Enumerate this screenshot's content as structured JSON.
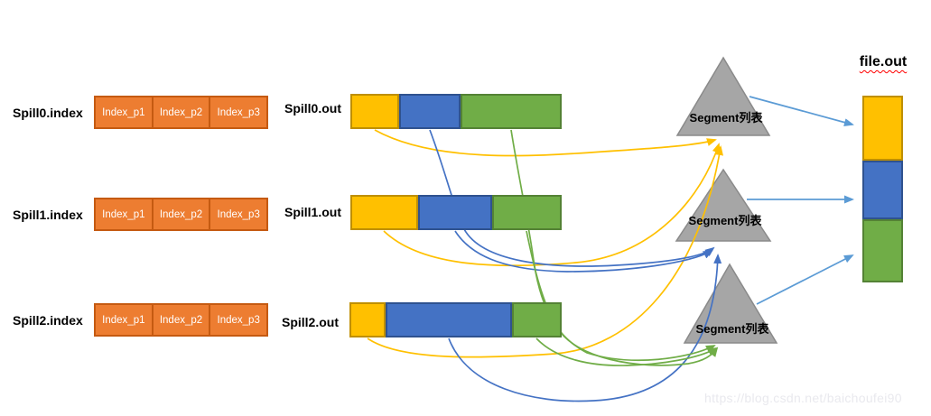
{
  "spills": {
    "rows": [
      {
        "index_label": "Spill0.index",
        "index_cells": [
          "Index_p1",
          "Index_p2",
          "Index_p3"
        ],
        "out_label": "Spill0.out"
      },
      {
        "index_label": "Spill1.index",
        "index_cells": [
          "Index_p1",
          "Index_p2",
          "Index_p3"
        ],
        "out_label": "Spill1.out"
      },
      {
        "index_label": "Spill2.index",
        "index_cells": [
          "Index_p1",
          "Index_p2",
          "Index_p3"
        ],
        "out_label": "Spill2.out"
      }
    ]
  },
  "segment_lists": [
    {
      "label": "Segment列表"
    },
    {
      "label": "Segment列表"
    },
    {
      "label": "Segment列表"
    }
  ],
  "file_out": {
    "label": "file.out"
  },
  "watermark": "https://blog.csdn.net/baichoufei90",
  "colors": {
    "partition1": "#FFC000",
    "partition2": "#4472C4",
    "partition3": "#70AD47",
    "index_box_fill": "#ED7D31",
    "index_box_border": "#C55A11",
    "triangle_fill": "#A6A6A6",
    "merge_arrow": "#5B9BD5",
    "underline_squiggle": "#FF0000"
  }
}
